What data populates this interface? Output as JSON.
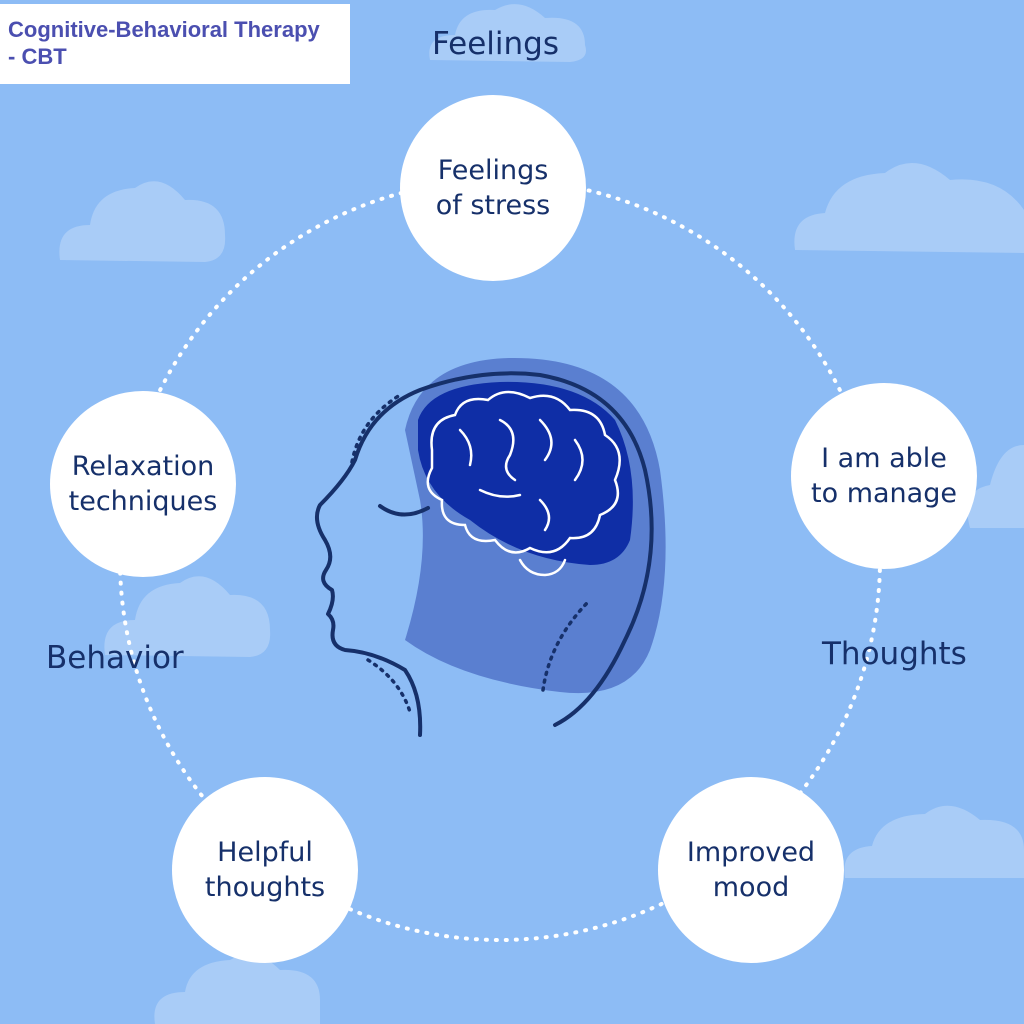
{
  "title": {
    "line1": "Cognitive-Behavioral Therapy",
    "line2": "- CBT"
  },
  "categories": {
    "feelings": "Feelings",
    "thoughts": "Thoughts",
    "behavior": "Behavior"
  },
  "nodes": {
    "feelings_of_stress": {
      "line1": "Feelings",
      "line2": "of stress"
    },
    "i_am_able": {
      "line1": "I am able",
      "line2": "to manage"
    },
    "improved_mood": {
      "line1": "Improved",
      "line2": "mood"
    },
    "helpful_thoughts": {
      "line1": "Helpful",
      "line2": "thoughts"
    },
    "relaxation": {
      "line1": "Relaxation",
      "line2": "techniques"
    }
  },
  "colors": {
    "background": "#8dbcf5",
    "cloud": "#a9ccf7",
    "circle_fill": "#ffffff",
    "text": "#16306a",
    "title_text": "#4b4fb0",
    "head_back": "#5a7fd0",
    "brain": "#0f2ea6",
    "line": "#16306a"
  },
  "icons": [
    "head-profile-icon",
    "brain-icon",
    "cloud-icon"
  ]
}
